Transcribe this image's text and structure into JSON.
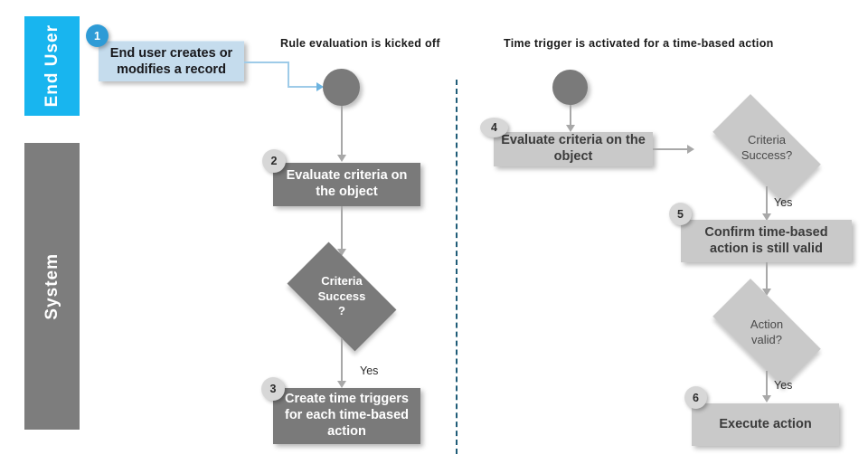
{
  "lanes": [
    {
      "label": "End User",
      "color": "#18b5ef"
    },
    {
      "label": "System",
      "color": "#7d7d7d"
    }
  ],
  "column_titles": {
    "left": "Rule evaluation  is kicked off",
    "right": "Time trigger  is activated for a time-based  action"
  },
  "left_flow": {
    "badge_1": "1",
    "box_1": "End user creates or modifies a record",
    "start_node": "start-circle",
    "badge_2": "2",
    "box_2": "Evaluate criteria on the object",
    "decision_1": "Criteria\nSuccess\n?",
    "edge_label_yes": "Yes",
    "badge_3": "3",
    "box_3": "Create time triggers for each time-based action"
  },
  "right_flow": {
    "start_node": "start-circle",
    "badge_4": "4",
    "box_4": "Evaluate criteria on the object",
    "decision_1": "Criteria\nSuccess?",
    "edge_label_yes_1": "Yes",
    "badge_5": "5",
    "box_5": "Confirm time-based action is still valid",
    "decision_2": "Action\nvalid?",
    "edge_label_yes_2": "Yes",
    "badge_6": "6",
    "box_6": "Execute action"
  },
  "colors": {
    "lane_enduser": "#18b5ef",
    "lane_system": "#7d7d7d",
    "dark_shape": "#7a7a7a",
    "light_shape": "#c9c9c9",
    "blue_shape": "#c5dced",
    "connector": "#a8a8a8",
    "connector_blue": "#9ecbe8",
    "divider": "#1f5c78",
    "badge_blue": "#2e9bd6",
    "badge_grey": "#d7d7d7"
  }
}
